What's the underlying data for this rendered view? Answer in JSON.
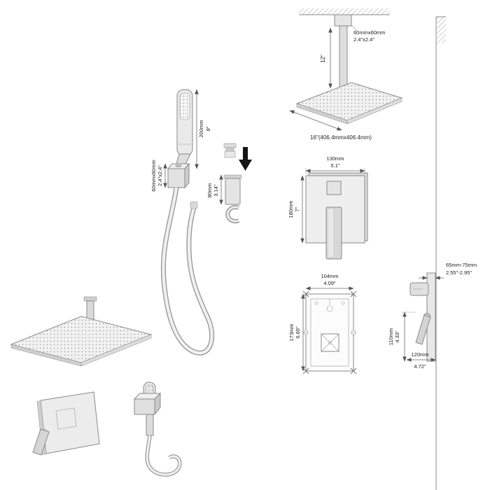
{
  "colors": {
    "outline": "#8a8a8a",
    "dim_line": "#666666",
    "text": "#222222",
    "metal_light": "#ececec",
    "metal_mid": "#d9d9d9",
    "arrow": "#141414"
  },
  "ceiling_shower": {
    "flange_mm": "60mmx60mm",
    "flange_in": "2.4\"x2.4\"",
    "arm_length_in": "12\"",
    "head_size": "16\"(406.4mmx406.4mm)"
  },
  "handheld": {
    "wand_length_mm": "200mm",
    "wand_length_in": "8\"",
    "bracket_mm": "60mmx60mm",
    "bracket_in": "2.4\"x2.4\""
  },
  "holder": {
    "height_mm": "80mm",
    "height_in": "3.14\""
  },
  "valve_trim": {
    "width_mm": "130mm",
    "width_in": "5.1\"",
    "height_mm": "180mm",
    "height_in": "7\""
  },
  "rough_in_valve": {
    "width_mm": "104mm",
    "width_in": "4.09\"",
    "height_mm": "173mm",
    "height_in": "6.69\""
  },
  "side_view": {
    "wall_depth_mm": "65mm-75mm",
    "wall_depth_in": "2.55\"-2.95\"",
    "height_mm": "110mm",
    "height_in": "4.33\"",
    "depth_mm": "120mm",
    "depth_in": "4.72\""
  }
}
